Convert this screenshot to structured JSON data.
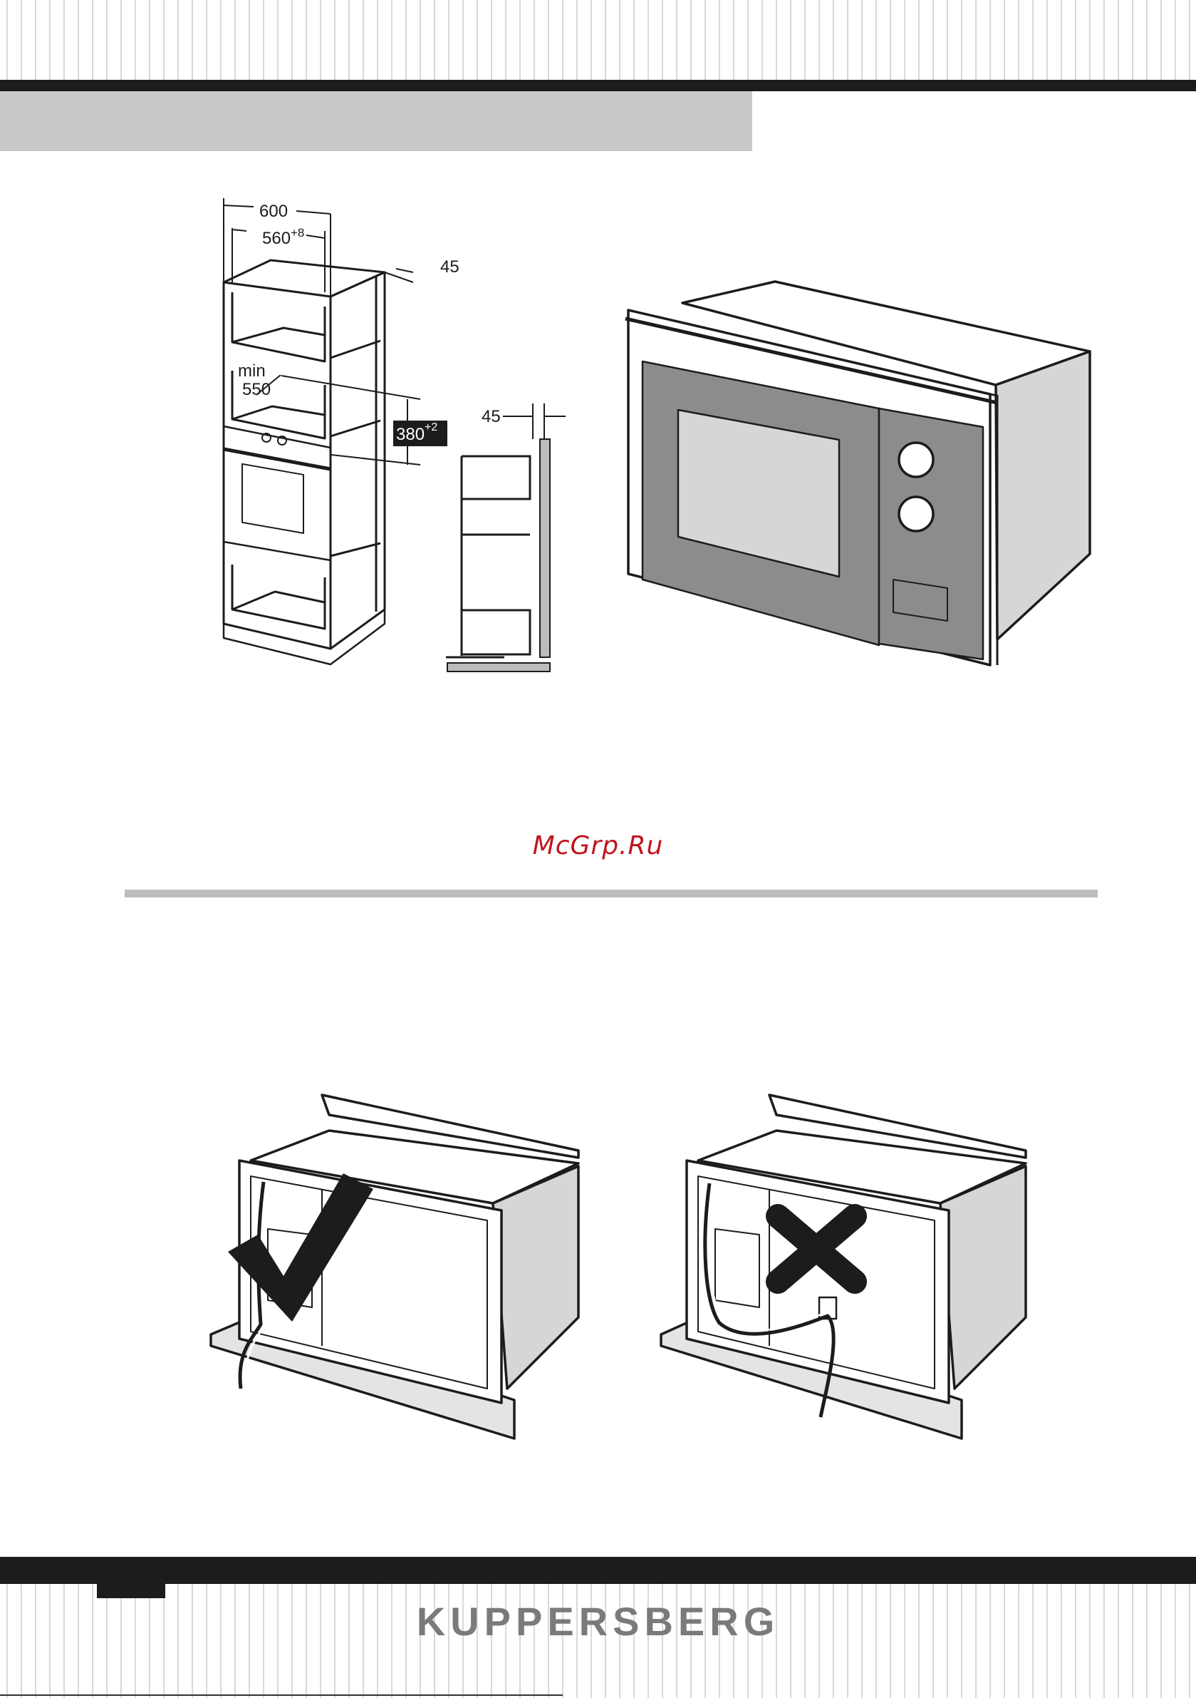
{
  "colors": {
    "black": "#1c1c1c",
    "band_gray": "#c8c8c8",
    "rule_gray": "#bdbdbd",
    "panel_gray": "#8c8c8c",
    "panel_light": "#d6d6d6",
    "watermark": "#c0151d",
    "brand": "#7a7a7a"
  },
  "figure1": {
    "dim_width_outer": "600",
    "dim_width_inner": "560",
    "dim_width_inner_tol": "+8",
    "dim_depth_gap": "45",
    "dim_min_label": "min",
    "dim_min_value": "550",
    "dim_height": "380",
    "dim_height_tol": "+2",
    "side_gap": "45"
  },
  "figure2": {
    "icon": "built-in-microwave-icon"
  },
  "figure3": {
    "icon": "correct-cable-routing-icon",
    "mark": "checkmark-icon"
  },
  "figure4": {
    "icon": "incorrect-cable-routing-icon",
    "mark": "cross-icon"
  },
  "watermark": "McGrp.Ru",
  "footer": {
    "brand": "KUPPERSBERG"
  }
}
